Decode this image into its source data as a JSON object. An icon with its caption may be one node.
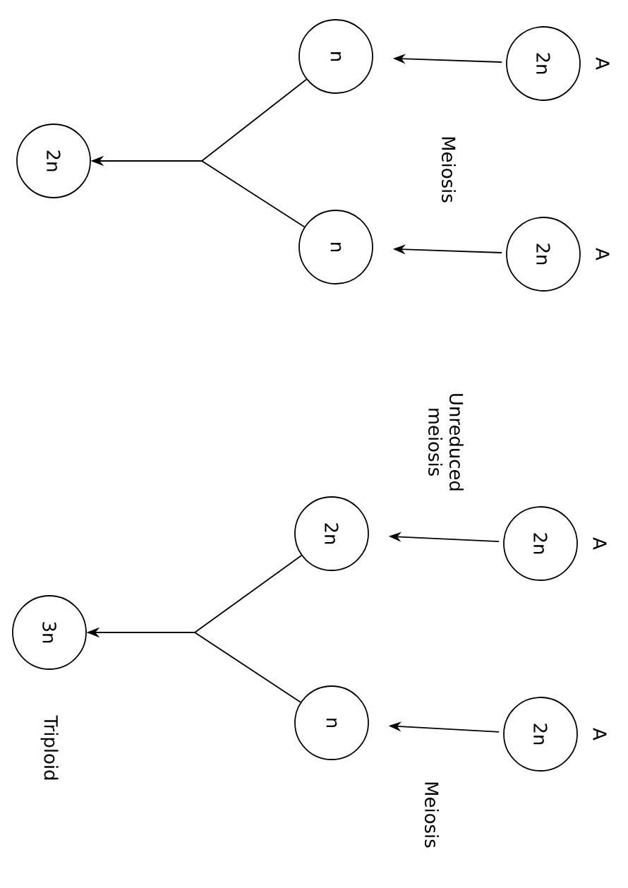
{
  "diagram": {
    "nodes": [
      {
        "text": [
          "2n"
        ],
        "beside": [
          "A"
        ]
      },
      {
        "text": [
          "2n"
        ],
        "beside": [
          "A"
        ]
      },
      {
        "text": [
          "n"
        ]
      },
      {
        "text": [
          "n"
        ]
      },
      {
        "text": [
          "2n"
        ]
      },
      {
        "text": [
          "2n"
        ],
        "beside": [
          "A"
        ]
      },
      {
        "text": [
          "2n"
        ],
        "beside": [
          "A"
        ]
      },
      {
        "text": [
          "2n"
        ]
      },
      {
        "text": [
          "n"
        ]
      },
      {
        "text": [
          "3n"
        ],
        "beside": [
          "Triploid"
        ]
      }
    ],
    "edges": [
      {
        "from": 0,
        "to": 2,
        "arrow": "to"
      },
      {
        "from": 1,
        "to": 3,
        "arrow": "to"
      },
      {
        "from": 2,
        "to": 4,
        "arrow": "to"
      },
      {
        "from": 3,
        "to": 4,
        "arrow": "to"
      },
      {
        "from": 5,
        "to": 7,
        "arrow": "to",
        "label": "Unreduced meiosis"
      },
      {
        "from": 6,
        "to": 8,
        "arrow": "to",
        "label": "Meiosis"
      },
      {
        "from": 7,
        "to": 9,
        "arrow": "to"
      },
      {
        "from": 8,
        "to": 9,
        "arrow": "to"
      }
    ],
    "labels": [
      "Meiosis"
    ]
  }
}
